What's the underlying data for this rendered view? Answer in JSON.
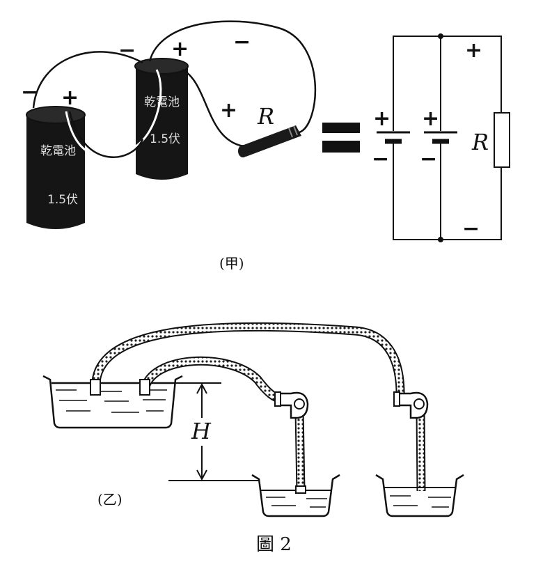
{
  "part_a": {
    "caption": "(甲)",
    "cell_label_top": "乾電池",
    "cell_label_bottom": "1.5伏",
    "resistor_label": "R",
    "plus": "+",
    "minus": "−"
  },
  "part_b": {
    "caption": "(乙)",
    "height_label": "H"
  },
  "figure_caption": "圖 2",
  "colors": {
    "ink": "#111111",
    "paper": "#ffffff"
  }
}
